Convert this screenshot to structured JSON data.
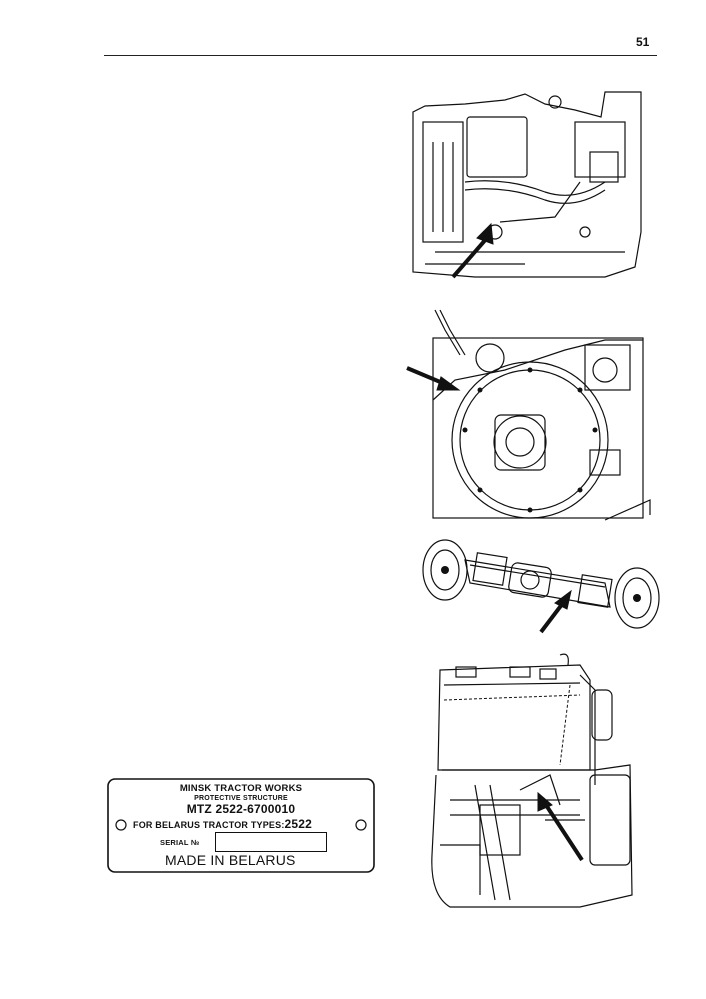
{
  "page": {
    "number": "51"
  },
  "figures": [
    {
      "name": "transmission-side-view"
    },
    {
      "name": "rear-axle-housing-view"
    },
    {
      "name": "front-drive-axle-view"
    },
    {
      "name": "cab-front-view"
    }
  ],
  "nameplate": {
    "line1": "MINSK TRACTOR WORKS",
    "line2": "PROTECTIVE STRUCTURE",
    "line3": "MTZ 2522-6700010",
    "line4_prefix": "FOR BELARUS TRACTOR TYPES:",
    "line4_model": "2522",
    "serial_label": "SERIAL №",
    "serial_value": "",
    "made_in": "MADE IN BELARUS"
  }
}
